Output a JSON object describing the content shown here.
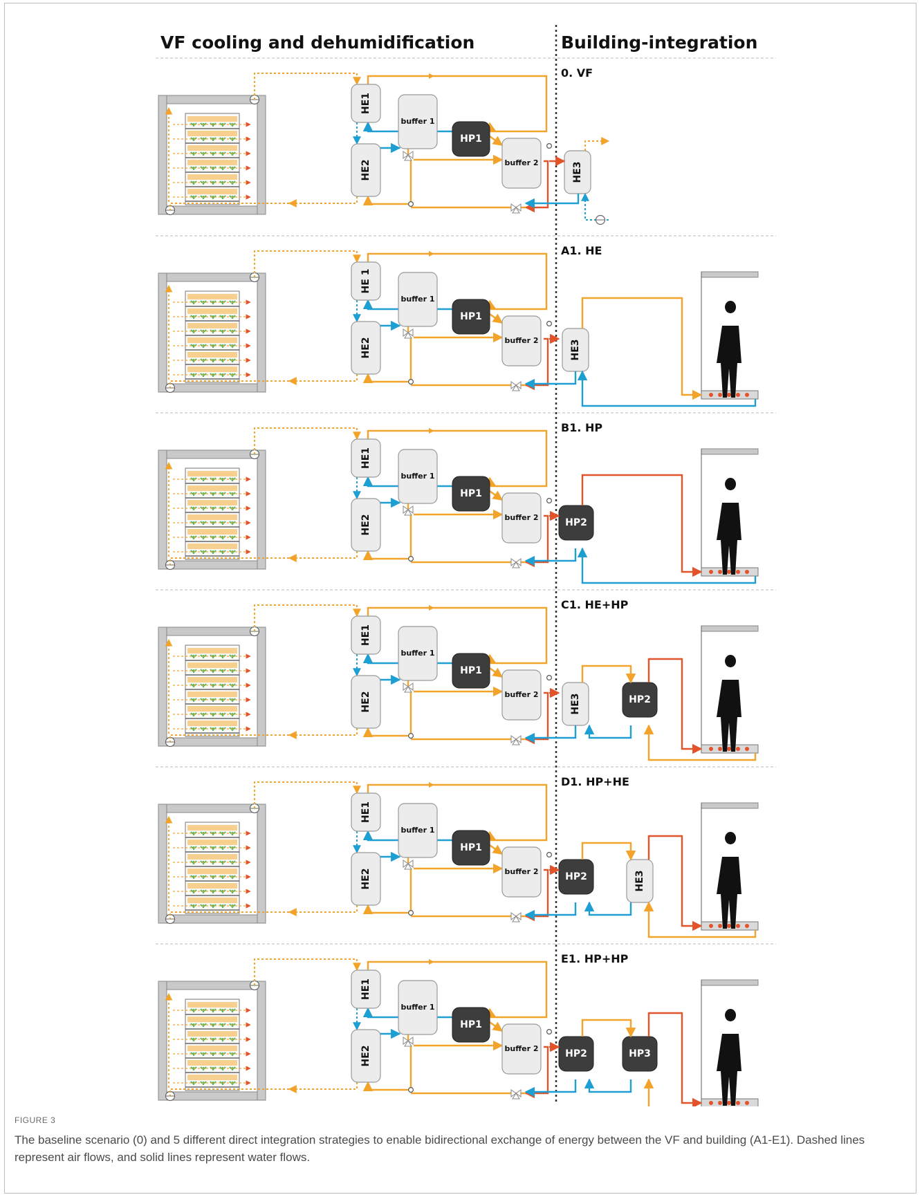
{
  "headers": {
    "left": "VF cooling and dehumidification",
    "right": "Building-integration"
  },
  "colors": {
    "orange": "#f4a32a",
    "red": "#e2532a",
    "blue": "#1e9fd3",
    "dark_unit": "#3d3d3d",
    "light_unit": "#ececec",
    "plant_green": "#5cb85c",
    "crop_orange": "#f7cf8f"
  },
  "labels": {
    "he1": "HE1",
    "he1_spaced": "HE 1",
    "he2": "HE2",
    "he3": "HE3",
    "hp1": "HP1",
    "hp2": "HP2",
    "hp3": "HP3",
    "buffer1": "buffer 1",
    "buffer2": "buffer 2"
  },
  "scenarios": [
    {
      "id": "0",
      "title": "0. VF",
      "he1_label": "HE1",
      "variant": "baseline"
    },
    {
      "id": "A1",
      "title": "A1. HE",
      "he1_label": "HE 1",
      "variant": "he"
    },
    {
      "id": "B1",
      "title": "B1. HP",
      "he1_label": "HE1",
      "variant": "hp"
    },
    {
      "id": "C1",
      "title": "C1. HE+HP",
      "he1_label": "HE1",
      "variant": "he_hp"
    },
    {
      "id": "D1",
      "title": "D1. HP+HE",
      "he1_label": "HE1",
      "variant": "hp_he"
    },
    {
      "id": "E1",
      "title": "E1. HP+HP",
      "he1_label": "HE1",
      "variant": "hp_hp"
    }
  ],
  "caption": {
    "figure_label": "FIGURE 3",
    "text": "The baseline scenario (0) and 5 different direct integration strategies to enable bidirectional exchange of energy between the VF and building (A1-E1). Dashed lines represent air flows, and solid lines represent water flows."
  }
}
